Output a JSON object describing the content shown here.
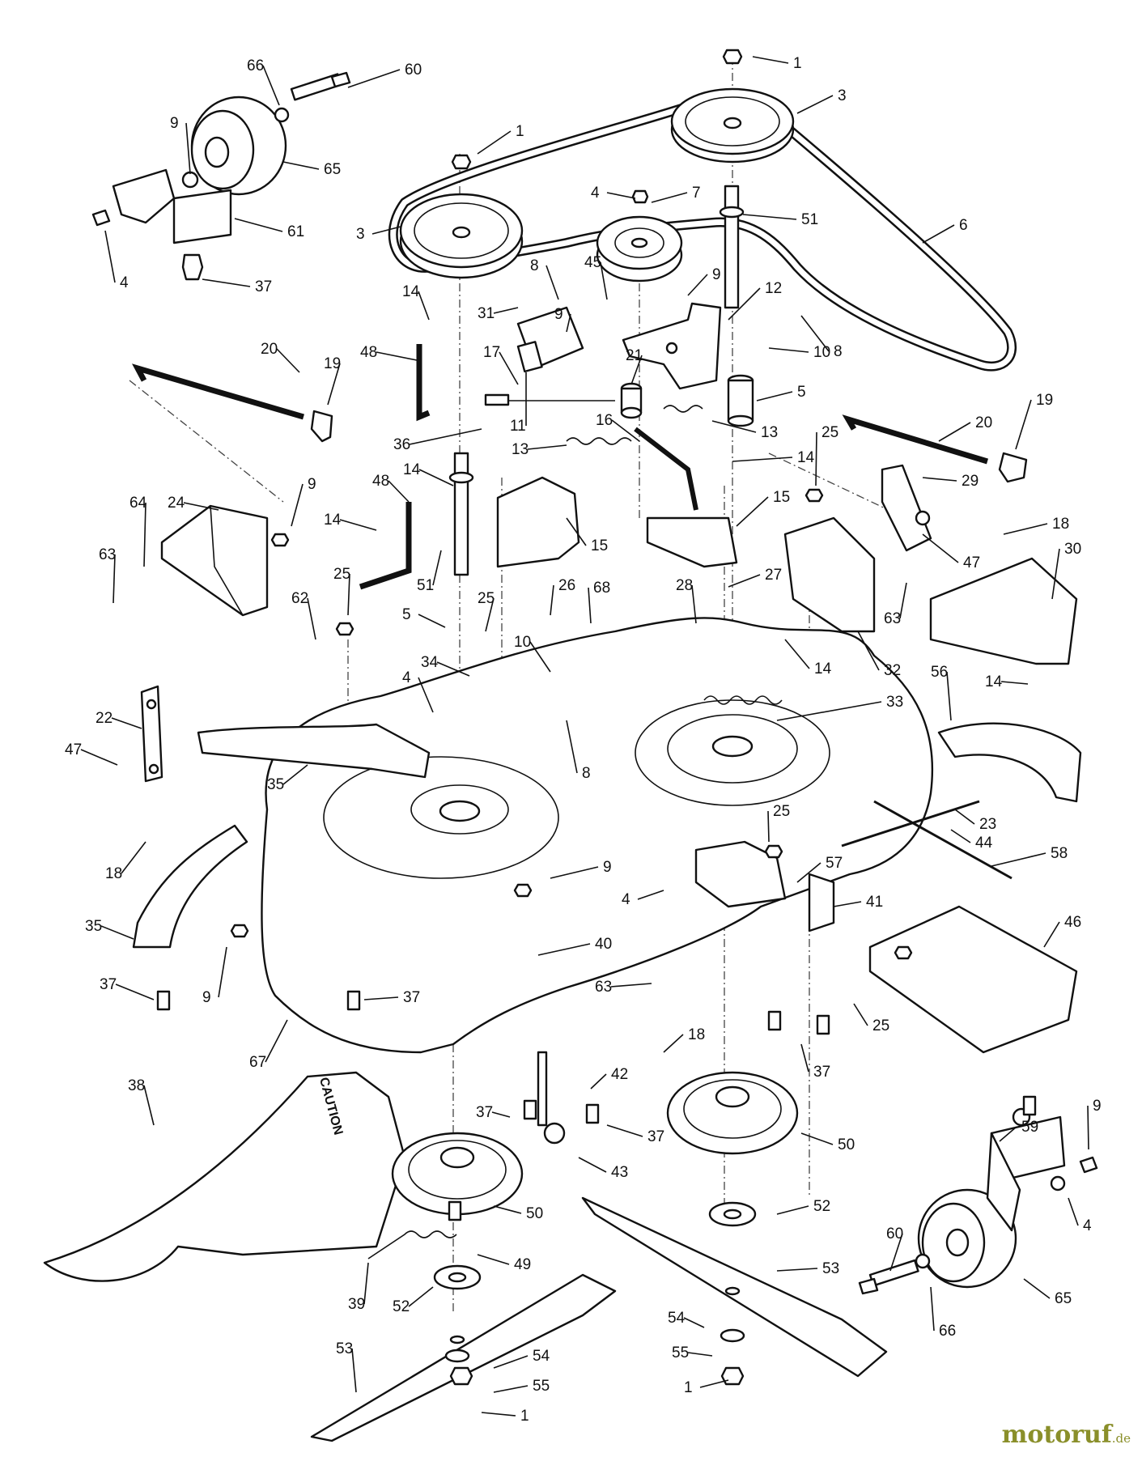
{
  "watermark": {
    "main": "motoruf",
    "tld": ".de"
  },
  "caution_label": "CAUTION",
  "callouts": [
    {
      "id": "c1",
      "text": "1"
    },
    {
      "id": "c2",
      "text": "3"
    },
    {
      "id": "c3",
      "text": "66"
    },
    {
      "id": "c4",
      "text": "60"
    },
    {
      "id": "c5",
      "text": "1"
    },
    {
      "id": "c6",
      "text": "9"
    },
    {
      "id": "c7",
      "text": "65"
    },
    {
      "id": "c8",
      "text": "4"
    },
    {
      "id": "c9",
      "text": "7"
    },
    {
      "id": "c10",
      "text": "51"
    },
    {
      "id": "c11",
      "text": "6"
    },
    {
      "id": "c12",
      "text": "3"
    },
    {
      "id": "c13",
      "text": "61"
    },
    {
      "id": "c14",
      "text": "4"
    },
    {
      "id": "c15",
      "text": "37"
    },
    {
      "id": "c16",
      "text": "8"
    },
    {
      "id": "c17",
      "text": "45"
    },
    {
      "id": "c18",
      "text": "9"
    },
    {
      "id": "c19",
      "text": "12"
    },
    {
      "id": "c20",
      "text": "14"
    },
    {
      "id": "c21",
      "text": "31"
    },
    {
      "id": "c22",
      "text": "9"
    },
    {
      "id": "c23",
      "text": "8"
    },
    {
      "id": "c24",
      "text": "48"
    },
    {
      "id": "c25",
      "text": "17"
    },
    {
      "id": "c26",
      "text": "21"
    },
    {
      "id": "c27",
      "text": "10"
    },
    {
      "id": "c28",
      "text": "20"
    },
    {
      "id": "c29",
      "text": "19"
    },
    {
      "id": "c30",
      "text": "5"
    },
    {
      "id": "c31",
      "text": "11"
    },
    {
      "id": "c32",
      "text": "13"
    },
    {
      "id": "c33",
      "text": "16"
    },
    {
      "id": "c34",
      "text": "13"
    },
    {
      "id": "c35",
      "text": "36"
    },
    {
      "id": "c36",
      "text": "19"
    },
    {
      "id": "c37",
      "text": "20"
    },
    {
      "id": "c38",
      "text": "25"
    },
    {
      "id": "c39",
      "text": "14"
    },
    {
      "id": "c40",
      "text": "14"
    },
    {
      "id": "c41",
      "text": "15"
    },
    {
      "id": "c42",
      "text": "29"
    },
    {
      "id": "c43",
      "text": "9"
    },
    {
      "id": "c44",
      "text": "48"
    },
    {
      "id": "c45",
      "text": "24"
    },
    {
      "id": "c46",
      "text": "64"
    },
    {
      "id": "c47",
      "text": "14"
    },
    {
      "id": "c48",
      "text": "15"
    },
    {
      "id": "c49",
      "text": "18"
    },
    {
      "id": "c50",
      "text": "47"
    },
    {
      "id": "c51",
      "text": "30"
    },
    {
      "id": "c52",
      "text": "63"
    },
    {
      "id": "c53",
      "text": "51"
    },
    {
      "id": "c54",
      "text": "27"
    },
    {
      "id": "c55",
      "text": "63"
    },
    {
      "id": "c56",
      "text": "25"
    },
    {
      "id": "c57",
      "text": "62"
    },
    {
      "id": "c58",
      "text": "26"
    },
    {
      "id": "c59",
      "text": "68"
    },
    {
      "id": "c60",
      "text": "28"
    },
    {
      "id": "c61",
      "text": "5"
    },
    {
      "id": "c62",
      "text": "25"
    },
    {
      "id": "c63",
      "text": "14"
    },
    {
      "id": "c64",
      "text": "32"
    },
    {
      "id": "c65",
      "text": "56"
    },
    {
      "id": "c66",
      "text": "14"
    },
    {
      "id": "c67",
      "text": "34"
    },
    {
      "id": "c68",
      "text": "10"
    },
    {
      "id": "c69",
      "text": "4"
    },
    {
      "id": "c70",
      "text": "33"
    },
    {
      "id": "c71",
      "text": "22"
    },
    {
      "id": "c72",
      "text": "47"
    },
    {
      "id": "c73",
      "text": "8"
    },
    {
      "id": "c74",
      "text": "35"
    },
    {
      "id": "c75",
      "text": "25"
    },
    {
      "id": "c76",
      "text": "23"
    },
    {
      "id": "c77",
      "text": "44"
    },
    {
      "id": "c78",
      "text": "58"
    },
    {
      "id": "c79",
      "text": "18"
    },
    {
      "id": "c80",
      "text": "9"
    },
    {
      "id": "c81",
      "text": "57"
    },
    {
      "id": "c82",
      "text": "4"
    },
    {
      "id": "c83",
      "text": "41"
    },
    {
      "id": "c84",
      "text": "35"
    },
    {
      "id": "c85",
      "text": "46"
    },
    {
      "id": "c86",
      "text": "40"
    },
    {
      "id": "c87",
      "text": "37"
    },
    {
      "id": "c88",
      "text": "9"
    },
    {
      "id": "c89",
      "text": "63"
    },
    {
      "id": "c90",
      "text": "37"
    },
    {
      "id": "c91",
      "text": "25"
    },
    {
      "id": "c92",
      "text": "67"
    },
    {
      "id": "c93",
      "text": "18"
    },
    {
      "id": "c94",
      "text": "37"
    },
    {
      "id": "c95",
      "text": "38"
    },
    {
      "id": "c96",
      "text": "42"
    },
    {
      "id": "c97",
      "text": "37"
    },
    {
      "id": "c98",
      "text": "37"
    },
    {
      "id": "c99",
      "text": "9"
    },
    {
      "id": "c100",
      "text": "59"
    },
    {
      "id": "c101",
      "text": "50"
    },
    {
      "id": "c102",
      "text": "43"
    },
    {
      "id": "c103",
      "text": "50"
    },
    {
      "id": "c104",
      "text": "4"
    },
    {
      "id": "c105",
      "text": "52"
    },
    {
      "id": "c106",
      "text": "60"
    },
    {
      "id": "c107",
      "text": "49"
    },
    {
      "id": "c108",
      "text": "53"
    },
    {
      "id": "c109",
      "text": "39"
    },
    {
      "id": "c110",
      "text": "52"
    },
    {
      "id": "c111",
      "text": "65"
    },
    {
      "id": "c112",
      "text": "54"
    },
    {
      "id": "c113",
      "text": "66"
    },
    {
      "id": "c114",
      "text": "55"
    },
    {
      "id": "c115",
      "text": "53"
    },
    {
      "id": "c116",
      "text": "1"
    },
    {
      "id": "c117",
      "text": "54"
    },
    {
      "id": "c118",
      "text": "55"
    },
    {
      "id": "c119",
      "text": "1"
    }
  ]
}
